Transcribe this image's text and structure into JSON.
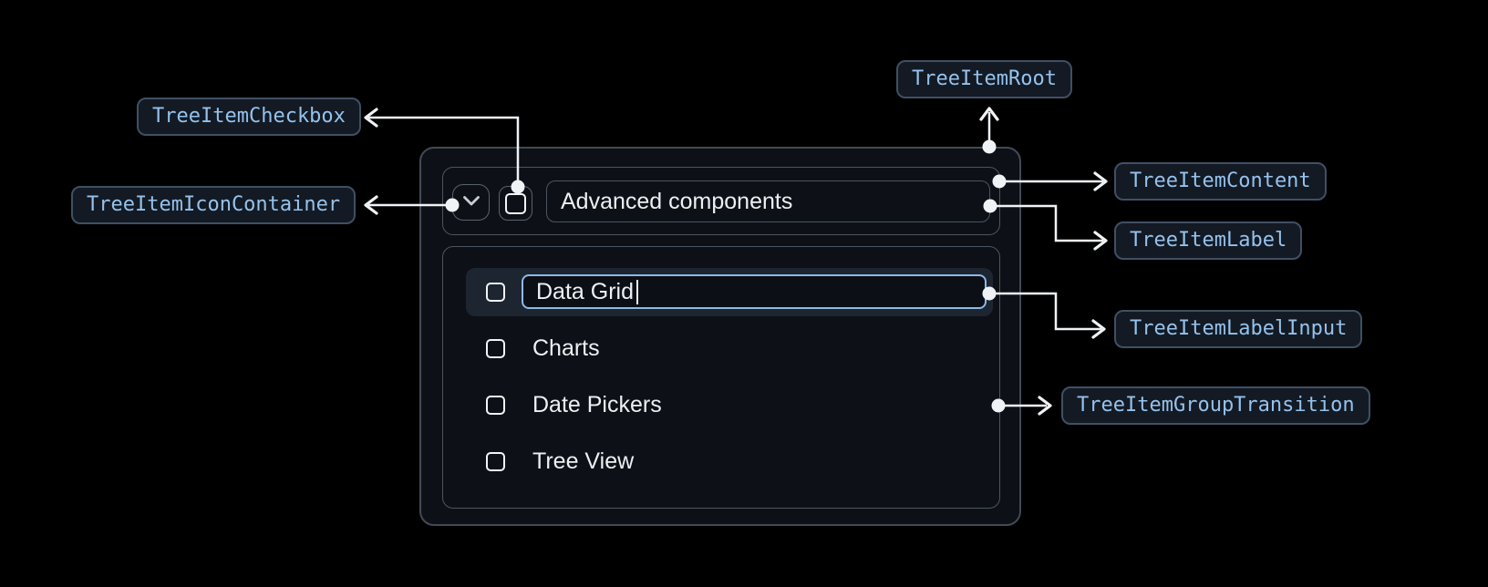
{
  "diagram": {
    "badges": {
      "checkbox": {
        "label": "TreeItemCheckbox"
      },
      "icon_container": {
        "label": "TreeItemIconContainer"
      },
      "root": {
        "label": "TreeItemRoot"
      },
      "content": {
        "label": "TreeItemContent"
      },
      "label": {
        "label": "TreeItemLabel"
      },
      "label_input": {
        "label": "TreeItemLabelInput"
      },
      "group_transition": {
        "label": "TreeItemGroupTransition"
      }
    }
  },
  "tree": {
    "parent_item": {
      "label": "Advanced components",
      "expanded": "true",
      "checked": "false"
    },
    "editing_item": {
      "value": "Data Grid",
      "checked": "false"
    },
    "items": [
      {
        "label": "Data Grid"
      },
      {
        "label": "Charts"
      },
      {
        "label": "Date Pickers"
      },
      {
        "label": "Tree View"
      }
    ]
  },
  "colors": {
    "background": "#000000",
    "root_background": "#0d1117",
    "badge_background": "#131a24",
    "badge_border": "#3f5063",
    "badge_text": "#95c2ec",
    "connector": "#f0f3f6",
    "input_focus_border": "#8fb9e6",
    "row_highlight": "#1d2530",
    "item_text": "#edf0f3"
  }
}
